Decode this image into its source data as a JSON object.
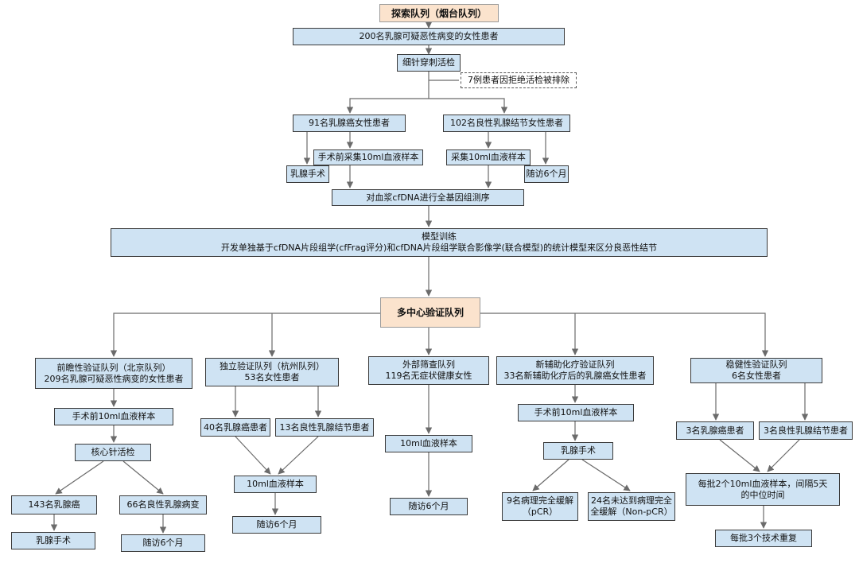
{
  "nodes": {
    "n1": "探索队列（烟台队列）",
    "n2": "200名乳腺可疑恶性病变的女性患者",
    "n3": "细针穿刺活检",
    "n4": "7例患者因拒绝活检被排除",
    "n5": "91名乳腺癌女性患者",
    "n6": "102名良性乳腺结节女性患者",
    "n7": "手术前采集10ml血液样本",
    "n8": "采集10ml血液样本",
    "n9": "乳腺手术",
    "n10": "随访6个月",
    "n11": "对血浆cfDNA进行全基因组测序",
    "n12a": "模型训练",
    "n12b": "开发单独基于cfDNA片段组学(cfFrag评分)和cfDNA片段组学联合影像学(联合模型)的统计模型来区分良恶性结节",
    "n13": "多中心验证队列",
    "c1a": "前瞻性验证队列（北京队列）",
    "c1b": "209名乳腺可疑恶性病变的女性患者",
    "c1c": "手术前10ml血液样本",
    "c1d": "核心针活检",
    "c1e": "143名乳腺癌",
    "c1f": "66名良性乳腺病变",
    "c1g": "乳腺手术",
    "c1h": "随访6个月",
    "c2a": "独立验证队列（杭州队列）",
    "c2b": "53名女性患者",
    "c2c": "40名乳腺癌患者",
    "c2d": "13名良性乳腺结节患者",
    "c2e": "10ml血液样本",
    "c2f": "随访6个月",
    "c3a": "外部筛查队列",
    "c3b": "119名无症状健康女性",
    "c3c": "10ml血液样本",
    "c3d": "随访6个月",
    "c4a": "新辅助化疗验证队列",
    "c4b": "33名新辅助化疗后的乳腺癌女性患者",
    "c4c": "手术前10ml血液样本",
    "c4d": "乳腺手术",
    "c4e1": "9名病理完全缓解",
    "c4e2": "（pCR）",
    "c4f1": "24名未达到病理完全",
    "c4f2": "全缓解（Non-pCR）",
    "c5a": "稳健性验证队列",
    "c5b": "6名女性患者",
    "c5c": "3名乳腺癌患者",
    "c5d": "3名良性乳腺结节患者",
    "c5e1": "每批2个10ml血液样本，间隔5天",
    "c5e2": "的中位时间",
    "c5f": "每批3个技术重复"
  }
}
